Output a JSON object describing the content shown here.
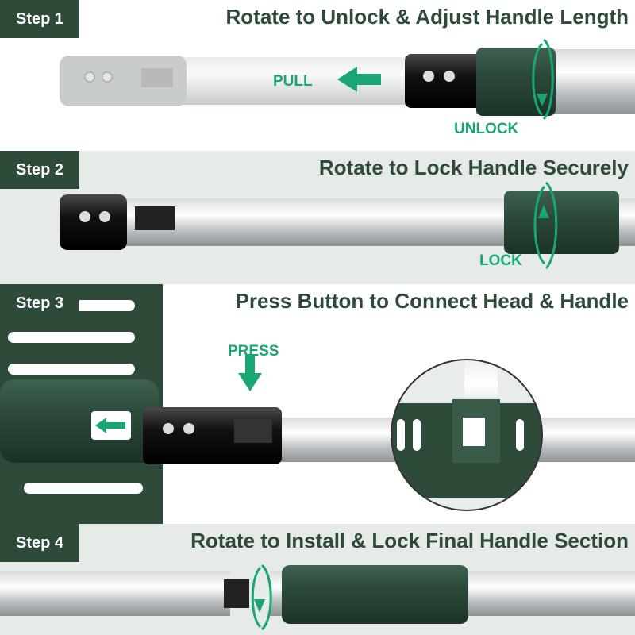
{
  "steps": [
    {
      "badge": "Step 1",
      "title": "Rotate to Unlock & Adjust Handle Length",
      "callouts": {
        "pull": "PULL",
        "unlock": "UNLOCK"
      }
    },
    {
      "badge": "Step 2",
      "title": "Rotate to Lock Handle Securely",
      "callouts": {
        "lock": "LOCK"
      }
    },
    {
      "badge": "Step 3",
      "title": "Press Button to Connect Head & Handle",
      "callouts": {
        "press": "PRESS"
      }
    },
    {
      "badge": "Step 4",
      "title": "Rotate to Install & Lock Final Handle Section"
    }
  ],
  "colors": {
    "brand_green": "#2e4a38",
    "accent_green": "#1aa673",
    "panel_bg": "#e6ebe7"
  },
  "icons": [
    "rotate-arrow-icon",
    "left-arrow-icon",
    "down-arrow-icon"
  ]
}
